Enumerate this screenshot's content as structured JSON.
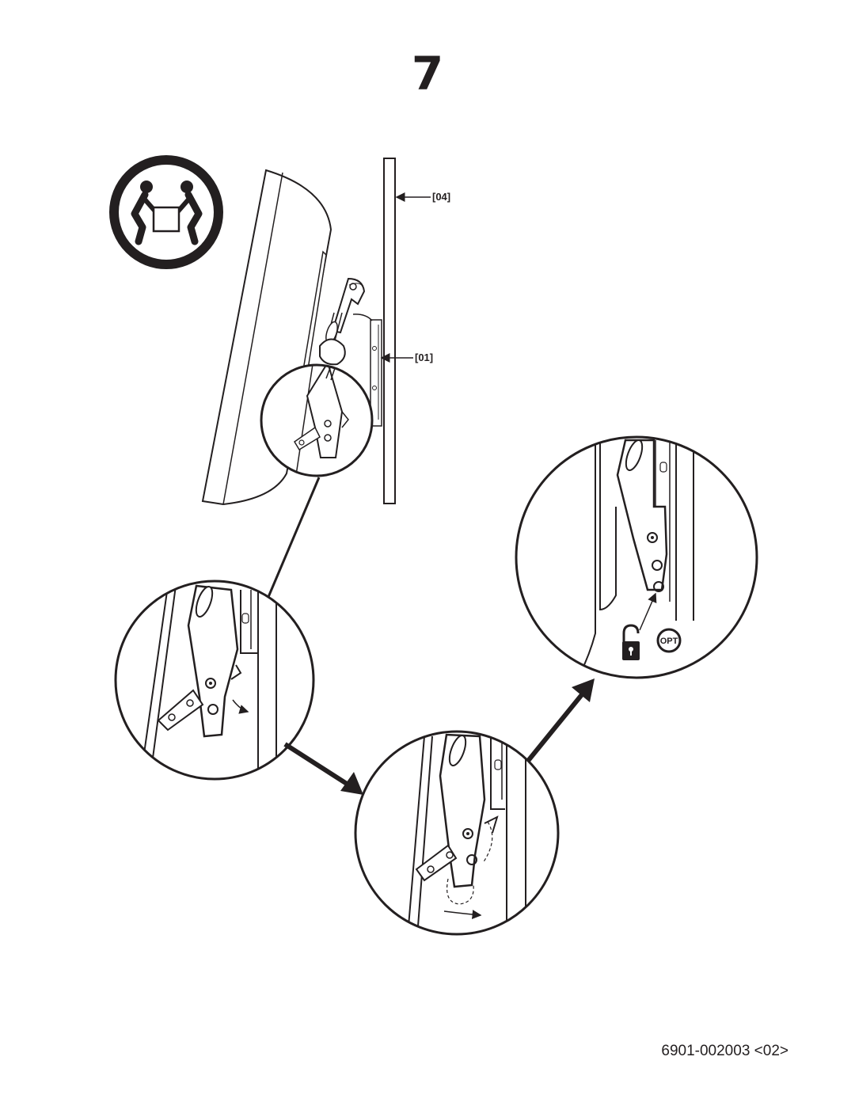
{
  "step": {
    "number": "7"
  },
  "callouts": [
    {
      "id": "04",
      "label": "[04]"
    },
    {
      "id": "01",
      "label": "[01]"
    }
  ],
  "icons": {
    "two_person_lift": "two-person-lift-icon",
    "unlocked_padlock": "unlocked-padlock-icon",
    "optional_badge": {
      "name": "optional-badge-icon",
      "text": "OPT"
    }
  },
  "footer": {
    "document_code": "6901-002003 <02>"
  }
}
